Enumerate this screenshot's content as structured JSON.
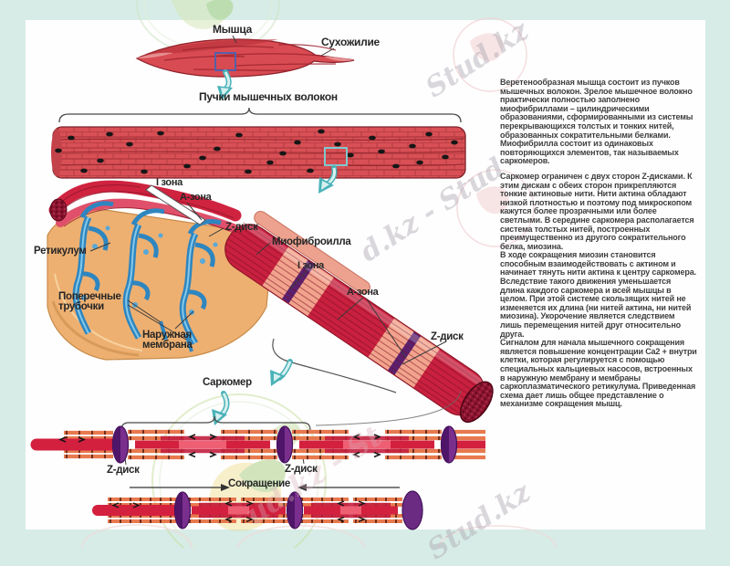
{
  "colors": {
    "background_mint": "#d7ece6",
    "surface_white": "#fefefe",
    "muscle_red": "#d94b52",
    "fibril_dark_red": "#c9203f",
    "fibril_light_pink": "#f2a38d",
    "z_disc_purple": "#7a2f8e",
    "reticulum_blue": "#2e86c0",
    "membrane_tan": "#eeb071",
    "arrow_cyan": "#4ab2b8",
    "thin_filament_orange": "#e8794e",
    "body_text_gray": "#3f3f3f",
    "watermark_gray": "#aaa2af"
  },
  "watermarks": {
    "brand": "Stud.kz",
    "items": [
      {
        "text": "Stud.kz"
      },
      {
        "text": "d.kz - Stud"
      },
      {
        "text": "ud.kz - St"
      },
      {
        "text": "Stud.kz"
      }
    ]
  },
  "diagram": {
    "labels": {
      "muscle": "Мышца",
      "tendon": "Сухожилие",
      "fiber_bundles": "Пучки мышечных волокон",
      "i_zone_1": "I зона",
      "a_zone_1": "А-зона",
      "z_disc_1": "Z-диск",
      "myofibril": "Миофиброилла",
      "reticulum": "Ретикулум",
      "i_zone_2": "I зона",
      "a_zone_2": "А-зона",
      "transverse_tubules": "Поперечные\nтрубочки",
      "outer_membrane": "Наружная\nмембрана",
      "z_disc_2": "Z-диск",
      "sarcomere": "Саркомер",
      "z_disc_3": "Z-диск",
      "z_disc_4": "Z-диск",
      "contraction": "Сокращение"
    }
  },
  "article": {
    "paragraphs": [
      "Веретенообразная мышца состоит из пучков мышечных волокон. Зрелое мышечное волокно практически полностью заполнено миофибриллами – цилиндрическими образованиями, сформированными из системы перекрывающихся толстых и тонких нитей, образованных сократительными белками. Миофибрилла состоит из одинаковых повторяющихся элементов, так называемых саркомеров.",
      "Саркомер ограничен с двух сторон Z-дисками. К этим дискам с обеих сторон прикрепляются тонкие актиновые нити. Нити актина обладают низкой плотностью и поэтому под микроскопом кажутся более прозрачными или более светлыми. В середине саркомера располагается система толстых нитей, построенных преимущественно из другого сократительного белка, миозина.",
      "В ходе сокращения миозин становится способным взаимодействовать с актином и начинает тянуть нити актина к центру саркомера. Вследствие такого движения уменьшается длина каждого саркомера и всей мышцы в целом. При этой системе скользящих нитей не изменяется их длина (ни нитей актина, ни нитей миозина). Укорочение является следствием лишь перемещения нитей друг относительно друга.",
      "Сигналом для начала мышечного сокращения является повышение концентрации Ca2 + внутри клетки, которая регулируется с помощью специальных кальциевых насосов, встроенных в наружную мембрану и мембраны саркоплазматического ретикулума. Приведенная схема дает лишь общее представление о механизме сокращения мышц."
    ]
  }
}
